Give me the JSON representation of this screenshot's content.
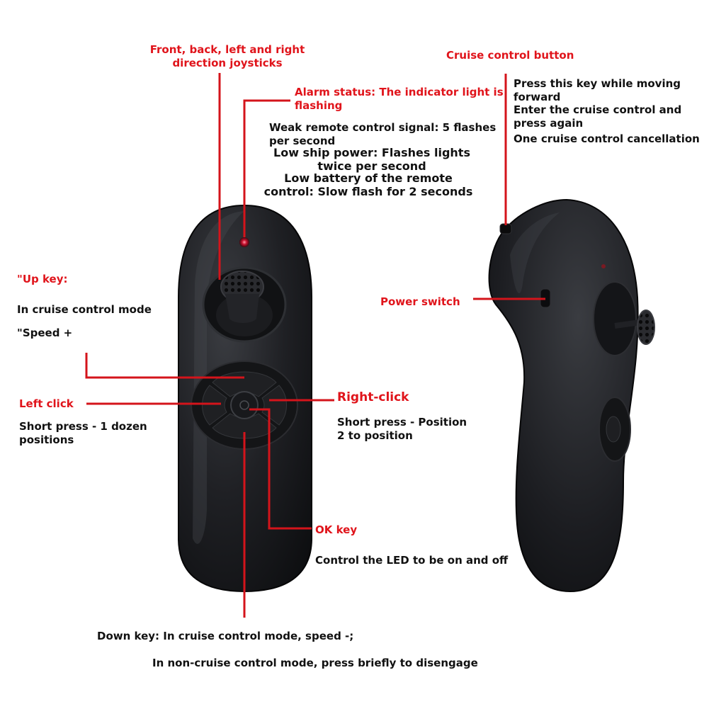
{
  "colors": {
    "label_red": "#e0141b",
    "label_black": "#111111",
    "leader_line": "#d4141b",
    "device_body": "#1c1d20",
    "led_indicator": "#c8102e"
  },
  "labels": {
    "joystick": {
      "line1": "Front, back, left and right",
      "line2": "direction joysticks"
    },
    "alarm": {
      "title1": "Alarm status: The indicator light is",
      "title2": "flashing",
      "weak1": "Weak remote control signal: 5 flashes",
      "weak2": "per second",
      "ship1": "Low ship power: Flashes lights",
      "ship2": "twice per second",
      "batt1": "Low battery of the remote",
      "batt2": "control: Slow flash for 2 seconds"
    },
    "cruise": {
      "title": "Cruise control button",
      "d1": "Press this key while moving",
      "d2": "forward",
      "d3": "Enter the cruise control and",
      "d4": "press again",
      "d5": "One cruise control cancellation"
    },
    "up": {
      "title": "\"Up key:",
      "d1": "In cruise control mode",
      "d2": "\"Speed +"
    },
    "power": {
      "title": "Power switch"
    },
    "left": {
      "title": "Left click",
      "d1": "Short press - 1 dozen",
      "d2": "positions"
    },
    "right": {
      "title": "Right-click",
      "d1": "Short press - Position",
      "d2": "2 to position"
    },
    "ok": {
      "title": "OK key",
      "d1": "Control the LED to be on and off"
    },
    "down": {
      "d1": "Down key: In cruise control mode, speed -;",
      "d2": "In non-cruise control mode, press briefly to disengage"
    }
  }
}
